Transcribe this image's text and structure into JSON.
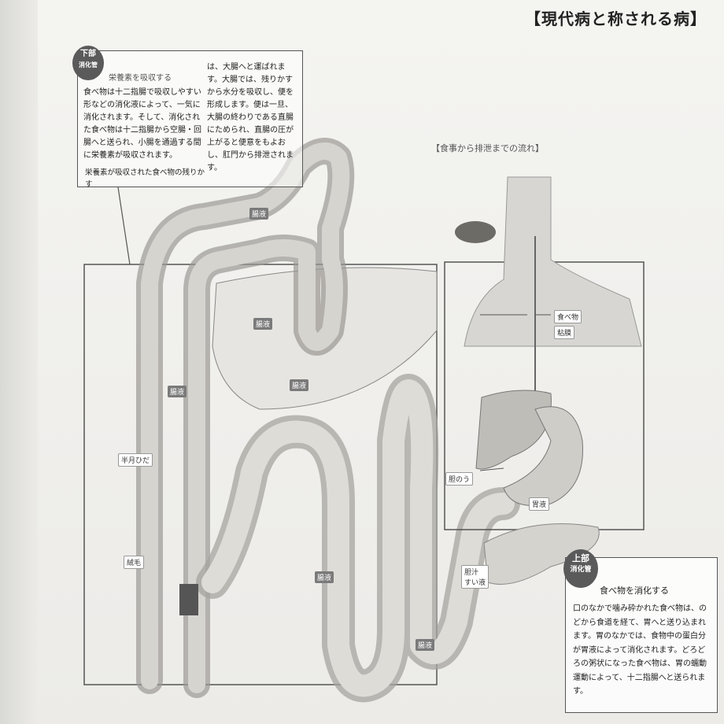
{
  "header": {
    "title": "【現代病と称される病】"
  },
  "lower": {
    "badge_top": "下部",
    "badge_bottom": "消化管",
    "heading": "栄養素を吸収する",
    "col1": "食べ物は十二指腸で吸収しやすい形などの消化液によって、一気に消化されます。そして、消化された食べ物は十二指腸から空腸・回腸へと送られ、小腸を通過する間に栄養素が吸収されます。",
    "col1_extra": "栄養素が吸収された食べ物の残りかす",
    "col2": "は、大腸へと運ばれます。大腸では、残りかすから水分を吸収し、便を形成します。便は一旦、大腸の終わりである直腸にためられ、直腸の圧が上がると便意をもよおし、肛門から排泄されます。"
  },
  "flow": {
    "heading": "【食事から排泄までの流れ】"
  },
  "upper": {
    "badge_top": "上部",
    "badge_bottom": "消化管",
    "heading": "食べ物を消化する",
    "body": "口のなかで噛み砕かれた食べ物は、のどから食道を経て、胃へと送り込まれます。胃のなかでは、食物中の蛋白分が胃液によって消化されます。どろどろの粥状になった食べ物は、胃の蠕動運動によって、十二指腸へと送られます。"
  },
  "labels": {
    "food": "食べ物",
    "mucosa": "粘膜",
    "gallbladder": "胆のう",
    "gastric_juice": "胃液",
    "villi_bile": "胆汁\nすい液",
    "semilunar": "半月ひだ",
    "villus": "絨毛",
    "digestive1": "腸液",
    "digestive2": "腸液",
    "digestive3": "腸液",
    "digestive4": "腸液",
    "digestive5": "腸液",
    "digestive6": "腸液"
  },
  "colors": {
    "ink": "#222222",
    "organ": "#c9c7c2",
    "organ_dark": "#8f8d88",
    "label_bg": "#7a7a7a"
  }
}
